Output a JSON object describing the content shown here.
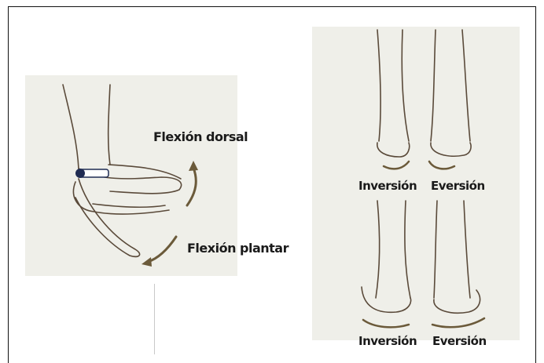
{
  "labels": {
    "dorsal": "Flexión dorsal",
    "plantar": "Flexión plantar",
    "top_inversion": "Inversión",
    "top_eversion": "Eversión",
    "bottom_inversion": "Inversión",
    "bottom_eversion": "Eversión"
  },
  "colors": {
    "panel": "#efefe9",
    "line": "#5a4a3a",
    "arrow": "#6b5a3a",
    "band": "#1f2b52",
    "text": "#1a1a1a"
  }
}
